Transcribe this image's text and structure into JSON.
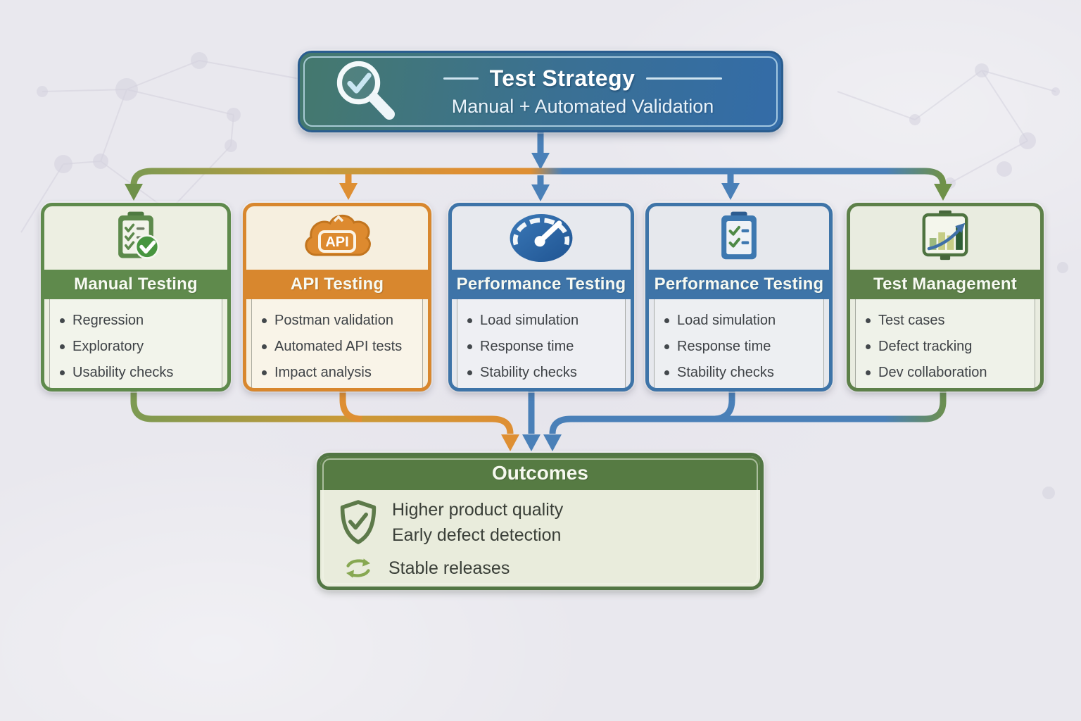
{
  "header": {
    "title": "Test Strategy",
    "subtitle": "Manual + Automated Validation",
    "gradient_start": "#45796d",
    "gradient_end": "#336ca8",
    "border_color": "#2a5d8f"
  },
  "cards": [
    {
      "id": "manual-testing",
      "title": "Manual Testing",
      "items": [
        "Regression",
        "Exploratory",
        "Usability checks"
      ],
      "icon": "clipboard-check-icon",
      "accent": "#5f8a4c",
      "bg": "#edefe2"
    },
    {
      "id": "api-testing",
      "title": "API Testing",
      "items": [
        "Postman validation",
        "Automated API tests",
        "Impact analysis"
      ],
      "icon": "api-cloud-icon",
      "icon_label": "API",
      "accent": "#d8872e",
      "bg": "#f6efdf"
    },
    {
      "id": "performance-testing-1",
      "title": "Performance Testing",
      "items": [
        "Load simulation",
        "Response time",
        "Stability checks"
      ],
      "icon": "gauge-icon",
      "accent": "#3e74a8",
      "bg": "#e7e9ee"
    },
    {
      "id": "performance-testing-2",
      "title": "Performance Testing",
      "items": [
        "Load simulation",
        "Response time",
        "Stability checks"
      ],
      "icon": "clipboard-list-icon",
      "accent": "#3e74a8",
      "bg": "#e6e8ed"
    },
    {
      "id": "test-management",
      "title": "Test Management",
      "items": [
        "Test cases",
        "Defect tracking",
        "Dev collaboration"
      ],
      "icon": "chart-clipboard-icon",
      "accent": "#5d8049",
      "bg": "#e9ece0"
    }
  ],
  "outcomes": {
    "title": "Outcomes",
    "accent": "#567b43",
    "border_color": "#527644",
    "bg": "#e9ecdc",
    "groups": [
      {
        "icon": "shield-check-icon",
        "lines": [
          "Higher product quality",
          "Early defect detection"
        ]
      },
      {
        "icon": "sync-arrows-icon",
        "lines": [
          "Stable releases"
        ]
      }
    ]
  },
  "connector_colors": {
    "green": "#6f9149",
    "orange": "#de8f33",
    "blue": "#4a80b8"
  }
}
